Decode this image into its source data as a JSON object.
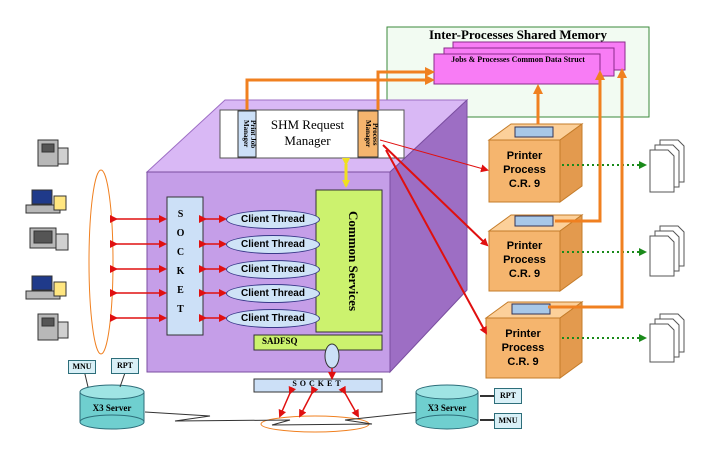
{
  "shared_memory": {
    "title": "Inter-Processes Shared Memory",
    "struct_label": "Jobs & Processes Common Data Struct"
  },
  "shm_request_manager": {
    "label_line1": "SHM Request",
    "label_line2": "Manager",
    "print_job_manager": "Print Job Manager",
    "process_manager": "Process Manager"
  },
  "common_services": "Common Services",
  "socket_vertical": "SOCKET",
  "socket_bottom": "SOCKET",
  "sadfsq": "SADFSQ",
  "client_threads": [
    "Client Thread",
    "Client Thread",
    "Client Thread",
    "Client Thread",
    "Client Thread"
  ],
  "printer_processes": [
    {
      "line1": "Printer",
      "line2": "Process",
      "line3": "C.R. 9"
    },
    {
      "line1": "Printer",
      "line2": "Process",
      "line3": "C.R. 9"
    },
    {
      "line1": "Printer",
      "line2": "Process",
      "line3": "C.R. 9"
    }
  ],
  "x3_servers": {
    "left": {
      "label": "X3 Server",
      "tags": [
        "MNU",
        "RPT"
      ]
    },
    "right": {
      "label": "X3 Server",
      "tags": [
        "RPT",
        "MNU"
      ]
    }
  },
  "client_workstations": [
    "workstation",
    "workstation",
    "workstation",
    "workstation",
    "workstation"
  ],
  "colors": {
    "cube_front": "#c59ee8",
    "cube_top": "#d9b8f5",
    "cube_side": "#9d6ec4",
    "shared_memory_bg": "#f2fbf2",
    "struct_pink": "#f87cf5",
    "printer_box": "#f5b56e",
    "common_services": "#ccf26e",
    "socket_box": "#cce0f7",
    "orange_arrow": "#f08020",
    "red_arrow": "#e01010",
    "yellow_arrow": "#f0e020",
    "green_dotted": "#1a8a1a",
    "server_teal": "#6fcfcf"
  }
}
